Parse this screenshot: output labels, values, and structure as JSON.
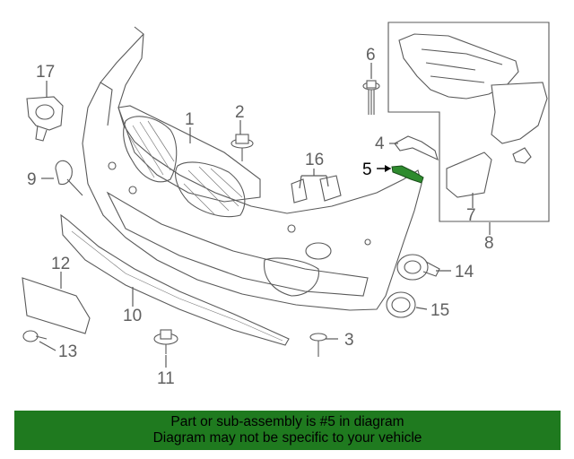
{
  "diagram": {
    "callouts": {
      "c1": "1",
      "c2": "2",
      "c3": "3",
      "c4": "4",
      "c5": "5",
      "c6": "6",
      "c7": "7",
      "c8": "8",
      "c9": "9",
      "c10": "10",
      "c11": "11",
      "c12": "12",
      "c13": "13",
      "c14": "14",
      "c15": "15",
      "c16": "16",
      "c17": "17"
    },
    "highlighted_part": "5",
    "highlight_color": "#1f7a1f"
  },
  "banner": {
    "line1": "Part or sub-assembly is #5 in diagram",
    "line2": "Diagram may not be specific to your vehicle",
    "color": "#1f7a1f"
  }
}
